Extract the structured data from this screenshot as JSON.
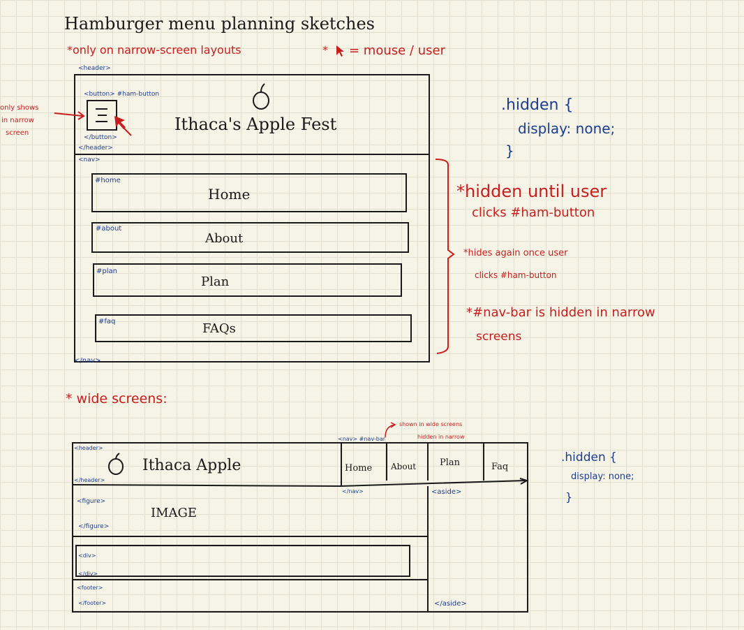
{
  "title": "Hamburger menu planning sketches",
  "notes": {
    "narrow_only": "*only on narrow-screen layouts",
    "mouse_legend": "= mouse / user",
    "only_shows": [
      "only shows",
      "in narrow",
      "screen"
    ],
    "hidden_until": [
      "*hidden until user",
      "clicks #ham-button"
    ],
    "hides_again": [
      "*hides again once user",
      "clicks #ham-button"
    ],
    "navbar_hidden": [
      "*#nav-bar is hidden in narrow",
      "screens"
    ],
    "wide_screens": "* wide screens:",
    "shown_in_wide": "shown in wide screens"
  },
  "css_hidden_1": [
    ".hidden {",
    "display: none;",
    "}"
  ],
  "css_hidden_2": [
    ".hidden {",
    "display: none;",
    "}"
  ],
  "narrow_sketch": {
    "header_open": "<header>",
    "header_close": "</header>",
    "button_open": "<button> #ham-button",
    "button_close": "</button>",
    "site_title": "Ithaca's Apple Fest",
    "nav_open": "<nav>",
    "nav_close": "</nav>",
    "nav_items": [
      {
        "id": "#home",
        "label": "Home"
      },
      {
        "id": "#about",
        "label": "About"
      },
      {
        "id": "#plan",
        "label": "Plan"
      },
      {
        "id": "#faq",
        "label": "FAQs"
      }
    ]
  },
  "wide_sketch": {
    "header_open": "<header>",
    "header_close": "</header>",
    "site_title": "Ithaca Apple",
    "nav_label": "<nav> #nav-bar",
    "nav_hidden_label": "hidden in narrow",
    "nav_close": "</nav>",
    "nav_items": [
      "Home",
      "About",
      "Plan",
      "Faq"
    ],
    "figure_open": "<figure>",
    "image_label": "IMAGE",
    "figure_close": "</figure>",
    "div_open": "<div>",
    "div_close": "</div>",
    "footer_open": "<footer>",
    "footer_close": "</footer>",
    "aside_open": "<aside>",
    "aside_close": "</aside>"
  },
  "colors": {
    "ink": "#1a1a1a",
    "red": "#c81e1e",
    "blue": "#1d3e8f",
    "paper": "#f6f3e7",
    "grid": "#e2dfcf"
  }
}
